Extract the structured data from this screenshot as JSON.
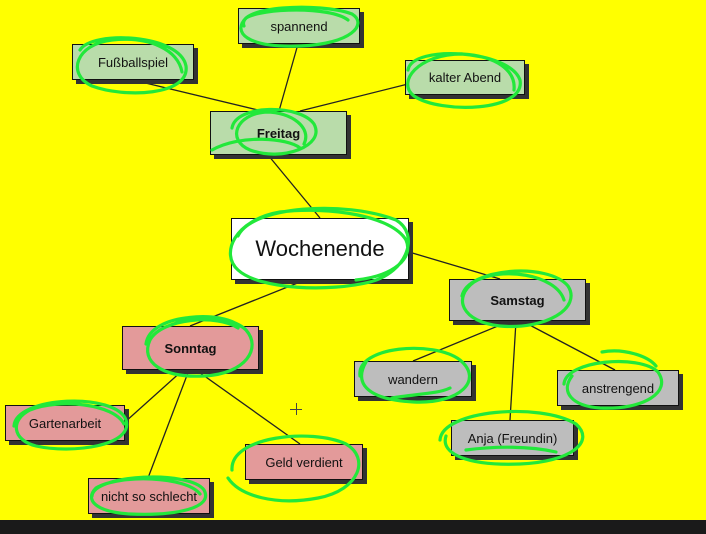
{
  "diagram": {
    "center": "Wochenende",
    "days": {
      "freitag": "Freitag",
      "samstag": "Samstag",
      "sonntag": "Sonntag"
    },
    "freitag_items": {
      "spannend": "spannend",
      "fussballspiel": "Fußballspiel",
      "kalter_abend": "kalter Abend"
    },
    "samstag_items": {
      "wandern": "wandern",
      "anja": "Anja (Freundin)",
      "anstrengend": "anstrengend"
    },
    "sonntag_items": {
      "gartenarbeit": "Gartenarbeit",
      "nicht_so_schlecht": "nicht so schlecht",
      "geld_verdient": "Geld verdient"
    }
  },
  "colors": {
    "background": "#ffff00",
    "freitag_group": "#b9dcaa",
    "samstag_group": "#bdbdbd",
    "sonntag_group": "#e39a9a",
    "center_box": "#ffffff",
    "highlight_scribble": "#22e83a",
    "bottom_bar": "#1a1a1a"
  }
}
